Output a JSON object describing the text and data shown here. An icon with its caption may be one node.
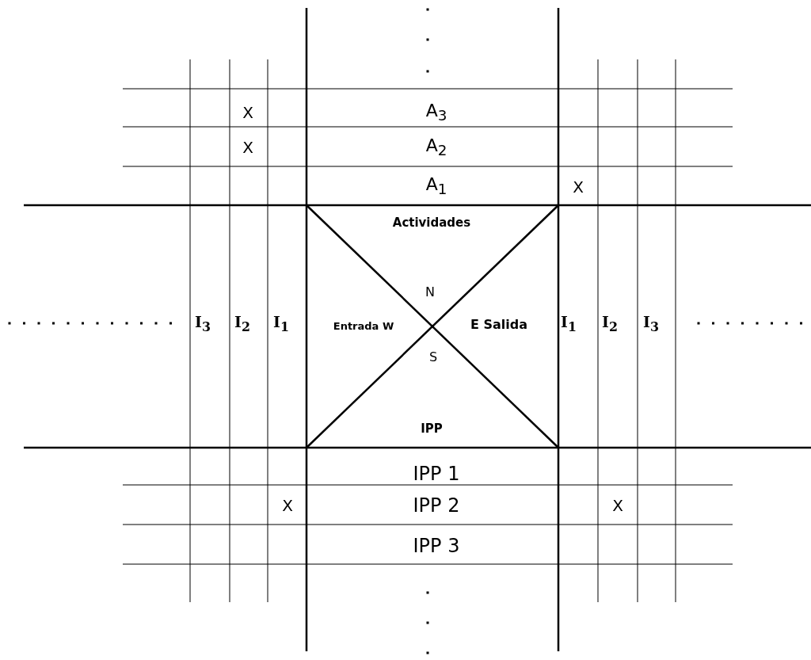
{
  "diagram": {
    "labels": [
      "X",
      "A$_{3}$",
      "X",
      "A$_{2}$",
      "A$_{1}$",
      "X",
      "Actividades",
      "N",
      "I$_{3}$",
      "I$_{2}$",
      "I$_{1}$",
      "Entrada W",
      "E Salida",
      "I$_{1}$",
      "I$_{2}$",
      "I$_{3}$",
      "S",
      "IPP",
      "IPP 1",
      "X",
      "IPP 2",
      "X",
      "IPP 3"
    ]
  }
}
